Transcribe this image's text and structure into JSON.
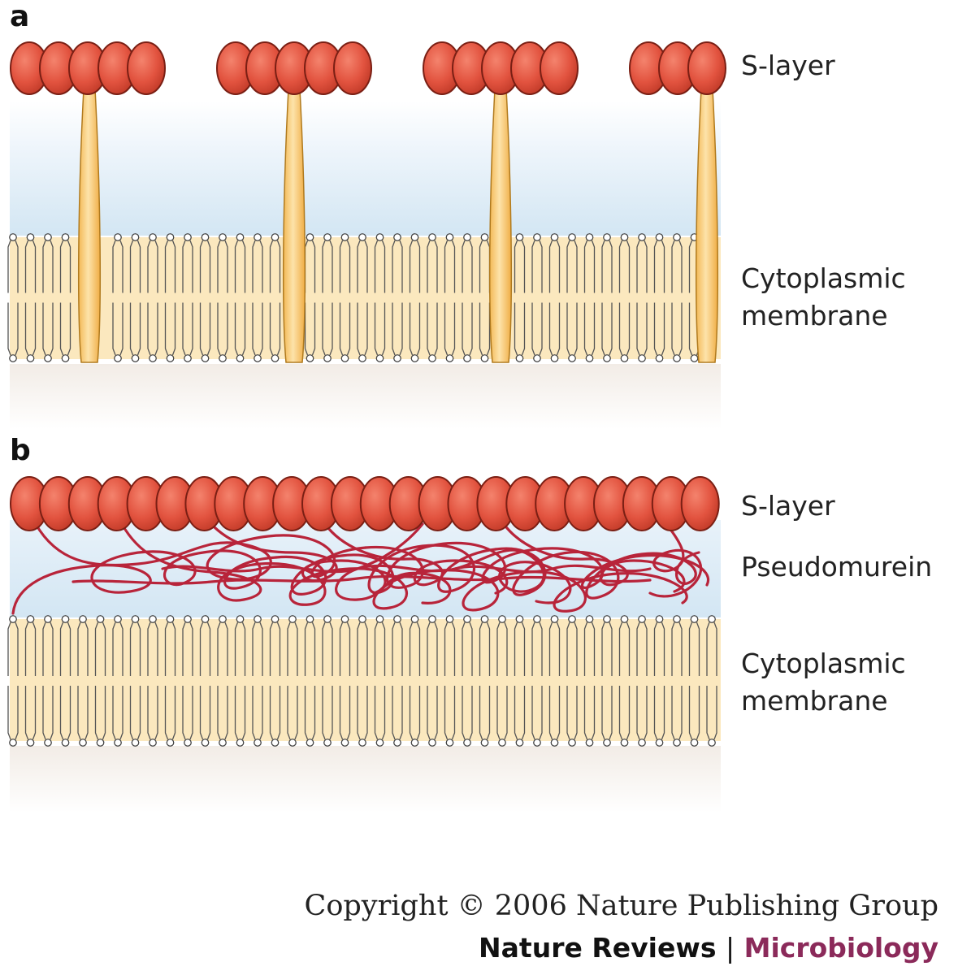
{
  "panels": [
    {
      "letter": "a",
      "labels": {
        "s_layer": "S-layer",
        "membrane_line1": "Cytoplasmic",
        "membrane_line2": "membrane"
      }
    },
    {
      "letter": "b",
      "labels": {
        "s_layer": "S-layer",
        "pseudomurein": "Pseudomurein",
        "membrane_line1": "Cytoplasmic",
        "membrane_line2": "membrane"
      }
    }
  ],
  "copyright": "Copyright © 2006 Nature Publishing Group",
  "credit": {
    "journal": "Nature Reviews",
    "separator": "|",
    "subject": "Microbiology"
  },
  "colors": {
    "subunit": "#e2533f",
    "subunit_stroke": "#7a1f14",
    "anchor": "#f9cc7a",
    "membrane": "#fbe8be",
    "periplasm": "#d5e7f4",
    "pseudomurein": "#b8243a",
    "subject_text": "#8b2a5a"
  }
}
